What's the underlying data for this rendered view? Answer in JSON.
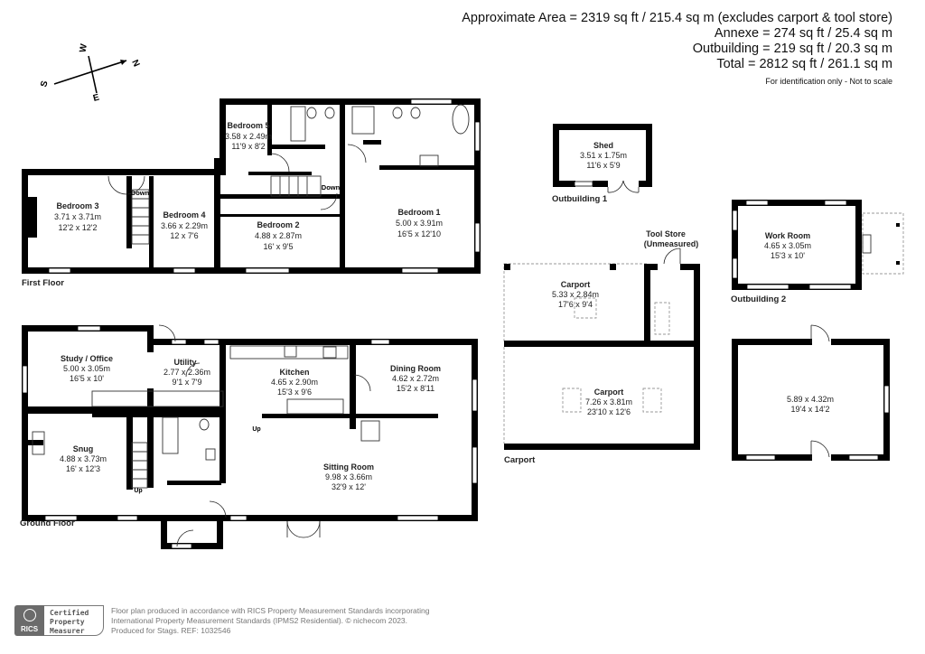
{
  "header": {
    "lines": [
      "Approximate Area = 2319 sq ft / 215.4 sq m (excludes carport & tool store)",
      "Annexe = 274 sq ft / 25.4 sq m",
      "Outbuilding = 219 sq ft / 20.3 sq m",
      "Total = 2812 sq ft / 261.1 sq m"
    ],
    "note": "For identification only - Not to scale"
  },
  "compass": {
    "n": "N",
    "s": "S",
    "e": "E",
    "w": "W"
  },
  "floors": {
    "first_floor": {
      "label": "First Floor",
      "rooms": [
        {
          "name": "Bedroom 3",
          "metric": "3.71 x 3.71m",
          "imperial": "12'2 x 12'2"
        },
        {
          "name": "Bedroom 4",
          "metric": "3.66 x 2.29m",
          "imperial": "12 x 7'6"
        },
        {
          "name": "Bedroom 5",
          "metric": "3.58 x 2.49m",
          "imperial": "11'9 x 8'2"
        },
        {
          "name": "Bedroom 2",
          "metric": "4.88 x 2.87m",
          "imperial": "16' x 9'5"
        },
        {
          "name": "Bedroom 1",
          "metric": "5.00 x 3.91m",
          "imperial": "16'5 x 12'10"
        }
      ],
      "stairs": [
        "Down",
        "Down"
      ]
    },
    "ground_floor": {
      "label": "Ground Floor",
      "rooms": [
        {
          "name": "Study / Office",
          "metric": "5.00 x 3.05m",
          "imperial": "16'5 x 10'"
        },
        {
          "name": "Utility",
          "metric": "2.77 x 2.36m",
          "imperial": "9'1 x 7'9"
        },
        {
          "name": "Kitchen",
          "metric": "4.65 x 2.90m",
          "imperial": "15'3 x 9'6"
        },
        {
          "name": "Dining Room",
          "metric": "4.62 x 2.72m",
          "imperial": "15'2 x 8'11"
        },
        {
          "name": "Snug",
          "metric": "4.88 x 3.73m",
          "imperial": "16' x 12'3"
        },
        {
          "name": "Sitting Room",
          "metric": "9.98 x 3.66m",
          "imperial": "32'9 x 12'"
        }
      ],
      "stairs": [
        "Up",
        "Up"
      ]
    },
    "outbuilding_1": {
      "label": "Outbuilding 1",
      "rooms": [
        {
          "name": "Shed",
          "metric": "3.51 x 1.75m",
          "imperial": "11'6 x 5'9"
        }
      ]
    },
    "outbuilding_2": {
      "label": "Outbuilding 2",
      "rooms": [
        {
          "name": "Work Room",
          "metric": "4.65 x 3.05m",
          "imperial": "15'3 x 10'"
        }
      ]
    },
    "carport": {
      "label": "Carport",
      "tool_store": [
        "Tool Store",
        "(Unmeasured)"
      ],
      "rooms": [
        {
          "name": "Carport",
          "metric": "5.33 x 2.84m",
          "imperial": "17'6 x 9'4"
        },
        {
          "name": "Carport",
          "metric": "7.26 x 3.81m",
          "imperial": "23'10 x 12'6"
        }
      ]
    },
    "annexe": {
      "rooms": [
        {
          "name": "",
          "metric": "5.89 x 4.32m",
          "imperial": "19'4 x 14'2"
        }
      ]
    }
  },
  "footer": {
    "badge": "RICS",
    "certified": [
      "Certified",
      "Property",
      "Measurer"
    ],
    "legal": [
      "Floor plan produced in accordance with RICS Property Measurement Standards incorporating",
      "International Property Measurement Standards (IPMS2 Residential).   © nichecom 2023.",
      "Produced for Stags.    REF: 1032546"
    ]
  }
}
